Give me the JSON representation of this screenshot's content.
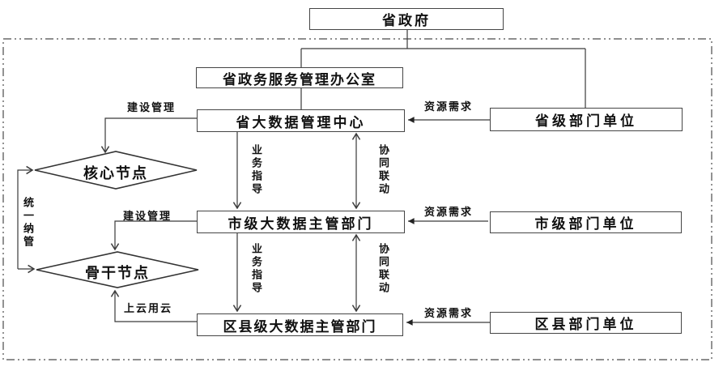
{
  "colors": {
    "background": "#ffffff",
    "line": "#3a3a3a",
    "box_border": "#454545",
    "dash_border": "#4a4a4a",
    "text": "#111111"
  },
  "nodes": {
    "gov": "省政府",
    "office": "省政务服务管理办公室",
    "prov_center": "省大数据管理中心",
    "prov_dept": "省级部门单位",
    "city_center": "市级大数据主管部门",
    "city_dept": "市级部门单位",
    "county_center": "区县级大数据主管部门",
    "county_dept": "区县部门单位",
    "core_node": "核心节点",
    "backbone_node": "骨干节点"
  },
  "edge_labels": {
    "build_top": "建设管理",
    "build_mid": "建设管理",
    "cloud": "上云用云",
    "resource_top": "资源需求",
    "resource_mid": "资源需求",
    "resource_bottom": "资源需求",
    "unified": "统一纳管",
    "biz_top": "业务指导",
    "biz_bottom": "业务指导",
    "collab_top": "协同联动",
    "collab_bottom": "协同联动"
  }
}
